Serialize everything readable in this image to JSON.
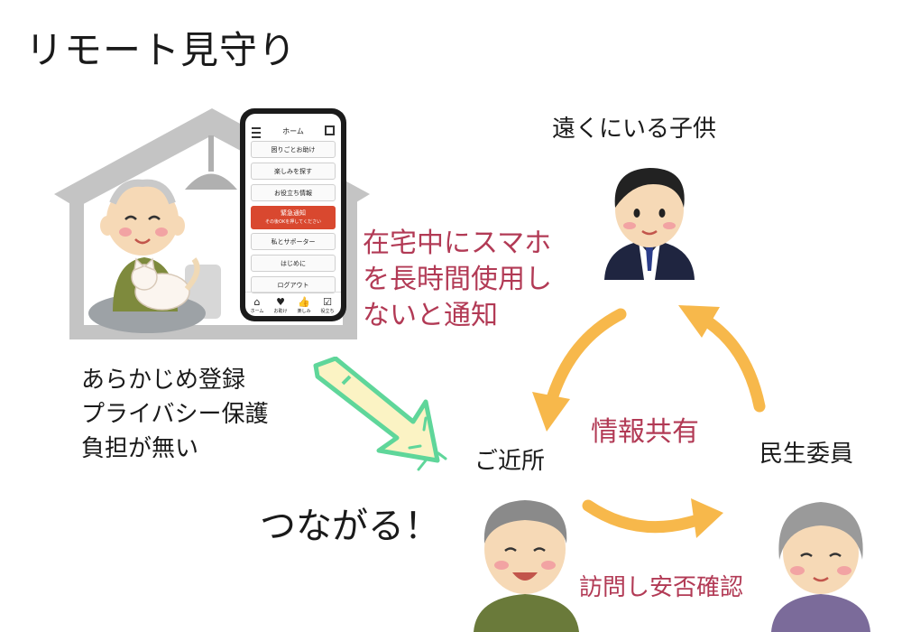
{
  "title": "リモート見守り",
  "phone": {
    "header": "ホーム",
    "buttons": [
      "困りごとお助け",
      "楽しみを探す",
      "お役立ち情報"
    ],
    "emergency_label": "緊急通知",
    "emergency_sub": "その後OKを押してください",
    "buttons2": [
      "私とサポーター",
      "はじめに",
      "ログアウト"
    ],
    "nav": [
      {
        "icon": "home-icon",
        "label": "ホーム"
      },
      {
        "icon": "heart-icon",
        "label": "お助け"
      },
      {
        "icon": "thumbs-up-icon",
        "label": "楽しみ"
      },
      {
        "icon": "check-icon",
        "label": "役立ち"
      }
    ]
  },
  "notice_lines": [
    "在宅中にスマホ",
    "を長時間使用し",
    "ないと通知"
  ],
  "benefit_lines": [
    "あらかじめ登録",
    "プライバシー保護",
    "負担が無い"
  ],
  "connect_label": "つながる！",
  "labels": {
    "distant_child": "遠くにいる子供",
    "neighbor": "ご近所",
    "welfare_commissioner": "民生委員",
    "info_sharing": "情報共有",
    "visit_check": "訪問し安否確認"
  },
  "colors": {
    "accent_text": "#b23a55",
    "arrow_orange": "#f7b84b",
    "arrow_green": "#5fd69a",
    "house_gray": "#bfbfbf",
    "emergency_red": "#d9482f"
  }
}
